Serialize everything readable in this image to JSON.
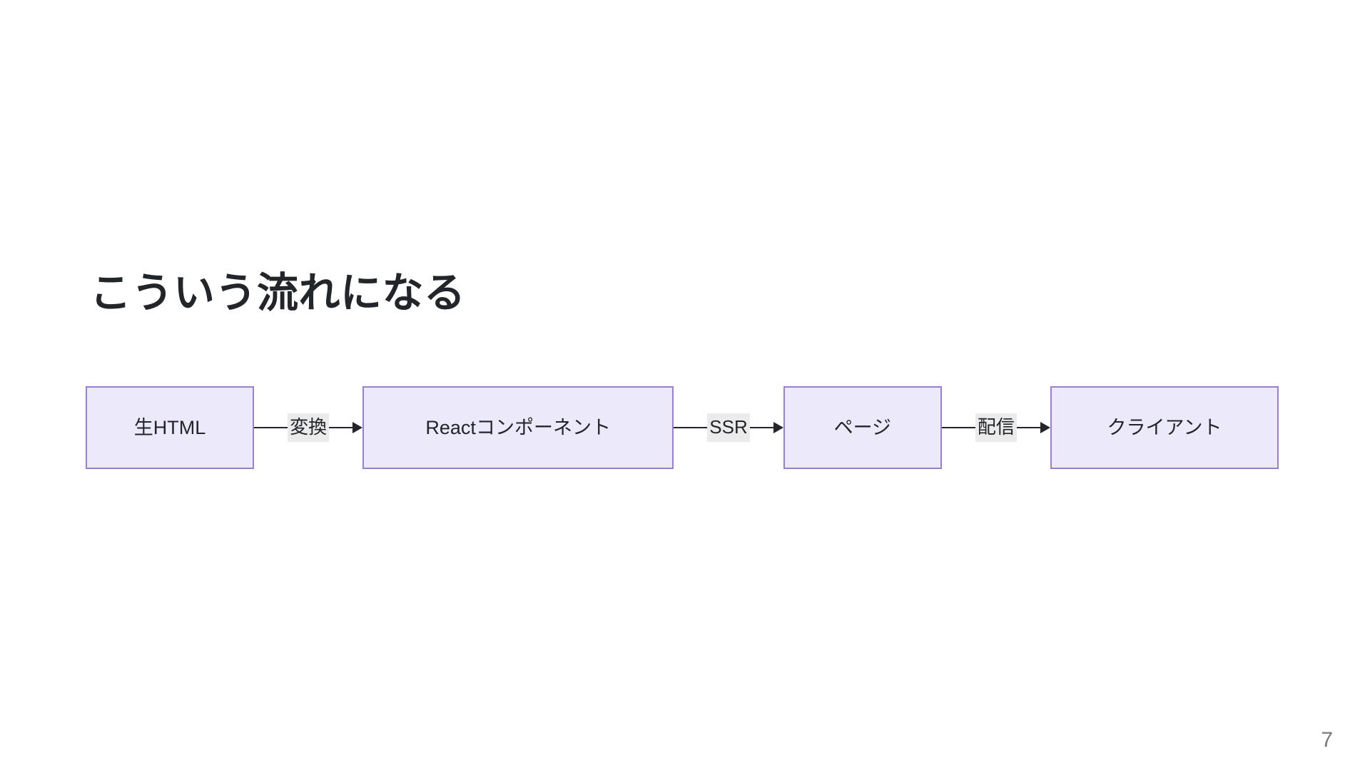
{
  "slide": {
    "title": "こういう流れになる",
    "page_number": "7",
    "background_color": "#ffffff",
    "title_color": "#22252a",
    "page_number_color": "#7a7a7a"
  },
  "diagram": {
    "type": "flowchart",
    "direction": "left-to-right",
    "node_fill_color": "#ece9fb",
    "node_border_color": "#9a7fd1",
    "edge_color": "#23252b",
    "edge_label_background": "#ebebeb",
    "nodes": [
      {
        "id": "raw-html",
        "label": "生HTML"
      },
      {
        "id": "react-component",
        "label": "Reactコンポーネント"
      },
      {
        "id": "page",
        "label": "ページ"
      },
      {
        "id": "client",
        "label": "クライアント"
      }
    ],
    "edges": [
      {
        "from": "raw-html",
        "to": "react-component",
        "label": "変換"
      },
      {
        "from": "react-component",
        "to": "page",
        "label": "SSR"
      },
      {
        "from": "page",
        "to": "client",
        "label": "配信"
      }
    ]
  }
}
